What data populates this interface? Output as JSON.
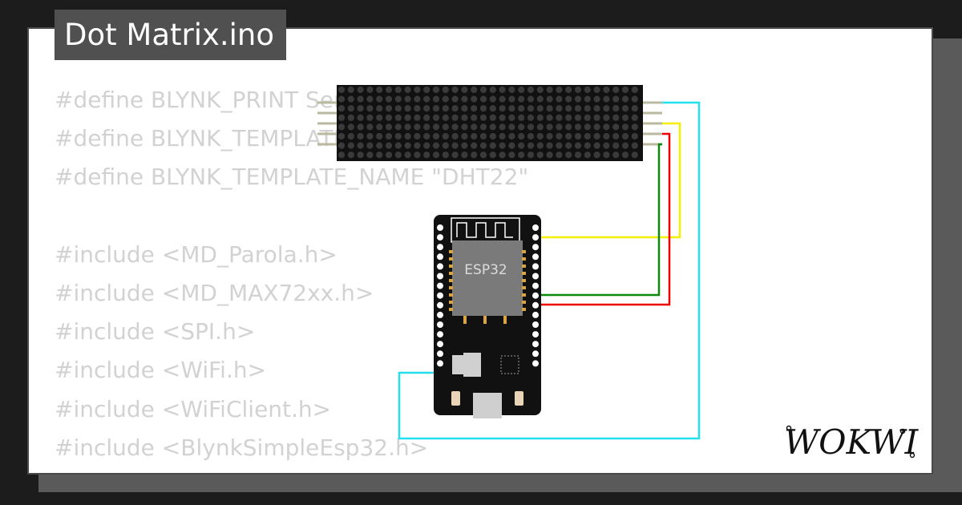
{
  "title": "Dot Matrix.ino",
  "code_lines": [
    "#define BLYNK_PRINT Serial",
    "#define BLYNK_TEMPLATE_ID \"TMPL\"",
    "#define BLYNK_TEMPLATE_NAME \"DHT22\"",
    "",
    "#include <MD_Parola.h>",
    "#include <MD_MAX72xx.h>",
    "#include <SPI.h>",
    "#include <WiFi.h>",
    "#include <WiFiClient.h>",
    "#include <BlynkSimpleEsp32.h>"
  ],
  "board_label": "ESP32",
  "brand": "WOKWI",
  "colors": {
    "background": "#1c1c1c",
    "card": "#ffffff",
    "title_tab": "#505050",
    "code_text": "#d2d2d2",
    "wire_cyan": "#22e0f0",
    "wire_yellow": "#f5f000",
    "wire_green": "#0a8a0a",
    "wire_red": "#ee0000"
  },
  "icons": {
    "matrix": "led-dot-matrix-icon",
    "board": "esp32-board-icon",
    "logo": "wokwi-logo-icon"
  }
}
